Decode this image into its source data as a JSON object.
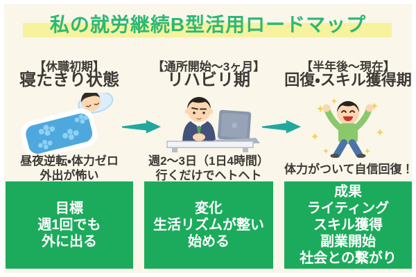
{
  "title": "私の就労継続B型活用ロードマップ",
  "colors": {
    "title-green": "#2eb873",
    "highlight-yellow": "#f7f29e",
    "panel-cream": "#faf6ea",
    "text-dark": "#3c3a35",
    "arrow-teal": "#21a89e",
    "box-green": "#1cab5c",
    "box-text": "#ffffff"
  },
  "stages": [
    {
      "period": "【休職初期】",
      "name": "寝たきり状態",
      "illustration": "sleeping-person-in-futon",
      "caption_lines": [
        "昼夜逆転・体力ゼロ",
        "外出が怖い"
      ],
      "box_lines": [
        "目標",
        "週1回でも",
        "外に出る"
      ]
    },
    {
      "period": "【通所開始〜3ヶ月】",
      "name": "リハビリ期",
      "illustration": "person-working-on-laptop",
      "caption_lines": [
        "週2〜3日（1日4時間）",
        "行くだけでヘトヘト"
      ],
      "box_lines": [
        "変化",
        "生活リズムが整い",
        "始める"
      ]
    },
    {
      "period": "【半年後〜現在】",
      "name": "回復・スキル獲得期",
      "illustration": "cheering-person",
      "caption_lines": [
        "体力がついて自信回復！"
      ],
      "box_lines": [
        "成果",
        "ライティング",
        "スキル獲得",
        "副業開始",
        "社会との繋がり"
      ]
    }
  ]
}
